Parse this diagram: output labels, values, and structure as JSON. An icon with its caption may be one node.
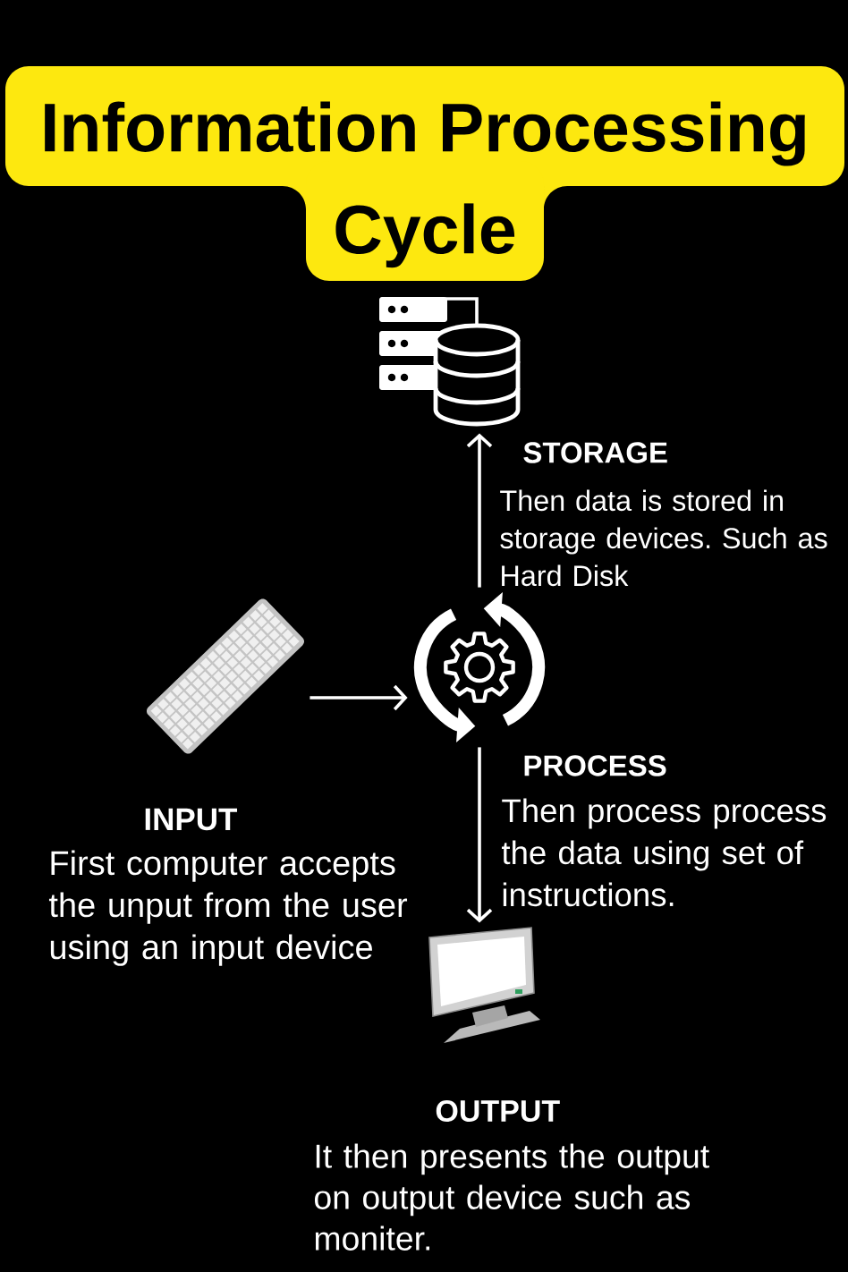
{
  "diagram": {
    "title": "Information Processing Cycle",
    "nodes": [
      {
        "text": [],
        "shape": "picture",
        "beside": [
          "STORAGE",
          "Then data is stored in storage devices. Such as Hard Disk"
        ]
      },
      {
        "text": [],
        "shape": "picture",
        "beside": [
          "INPUT",
          "First computer accepts the unput from the user using an input device"
        ]
      },
      {
        "text": [],
        "shape": "picture",
        "beside": [
          "PROCESS",
          "Then process process the data using set of instructions."
        ]
      },
      {
        "text": [],
        "shape": "picture",
        "beside": [
          "OUTPUT",
          "It then presents the output on output device such as moniter."
        ]
      }
    ],
    "edges": [
      {
        "from": 1,
        "to": 2,
        "arrow": "to"
      },
      {
        "from": 2,
        "to": 0,
        "arrow": "to"
      },
      {
        "from": 2,
        "to": 3,
        "arrow": "to"
      }
    ]
  }
}
